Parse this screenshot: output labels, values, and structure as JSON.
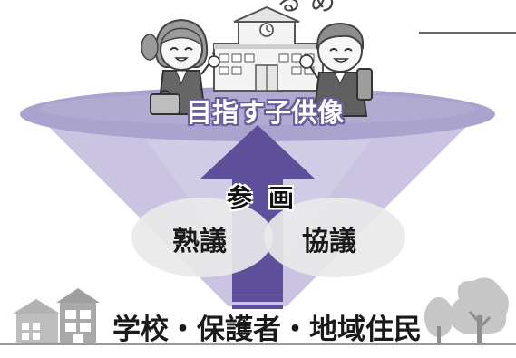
{
  "diagram": {
    "goal_label": "目指す子供像",
    "participation_label": "参画",
    "bubble_left": "熟議",
    "bubble_right": "協議",
    "community_label": "学校・保護者・地域住民",
    "top_partial_text": "る め"
  },
  "colors": {
    "funnel_top": "#aaa3cd",
    "funnel_body": "#cac4e2",
    "funnel_light": "#ddd9ee",
    "arrow": "#5d4f9a",
    "bubble": "#e8e8e8",
    "building": "#b3b3b3",
    "tree": "#c6c6c6",
    "ground": "#9a9a9a"
  },
  "icons": [
    "school-building-icon",
    "girl-student-icon",
    "boy-student-icon",
    "houses-icon",
    "trees-icon"
  ]
}
